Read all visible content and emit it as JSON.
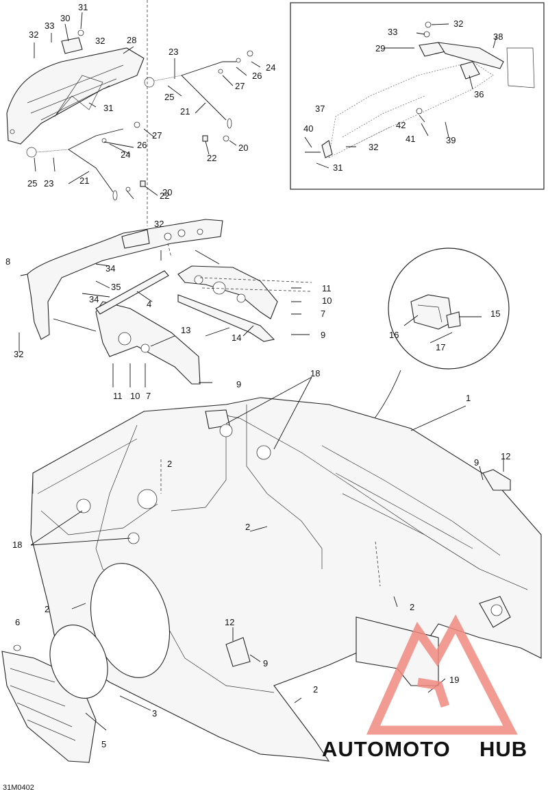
{
  "drawing_code": "31M0402",
  "watermark": {
    "part1": "AUTOMOTO",
    "part2": "HUB",
    "color1": "#f5b66a",
    "color2": "#444444",
    "logo_color": "#f08a80"
  },
  "callouts": [
    "1",
    "2",
    "3",
    "4",
    "5",
    "6",
    "7",
    "8",
    "9",
    "10",
    "11",
    "12",
    "13",
    "14",
    "15",
    "16",
    "17",
    "18",
    "19",
    "20",
    "21",
    "22",
    "23",
    "24",
    "25",
    "26",
    "27",
    "28",
    "29",
    "30",
    "31",
    "32",
    "33",
    "34",
    "35",
    "36",
    "37",
    "38",
    "39",
    "40",
    "41",
    "42"
  ]
}
